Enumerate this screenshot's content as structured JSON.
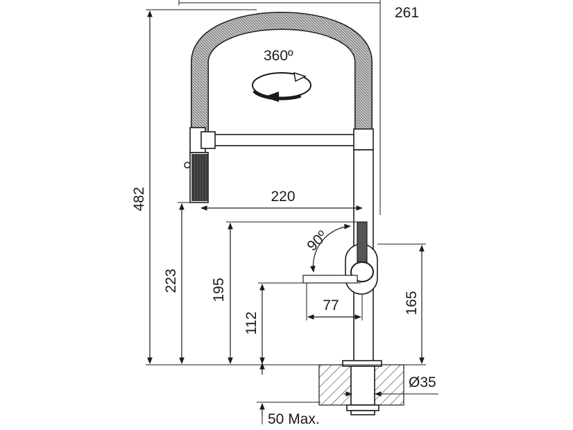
{
  "dimensions": {
    "total_width": "261",
    "rotation": "360º",
    "total_height": "482",
    "spout_reach": "220",
    "spout_height": "223",
    "lever_height": "195",
    "lever_angle": "90º",
    "handle_height": "112",
    "handle_length": "77",
    "body_height": "165",
    "hole_diameter": "Ø35",
    "max_thickness": "50 Max."
  },
  "colors": {
    "line": "#1a1a1a",
    "hose_light": "#bdbdbd",
    "hose_dark": "#555555",
    "spray_head": "#444444",
    "hatch": "#1a1a1a"
  }
}
